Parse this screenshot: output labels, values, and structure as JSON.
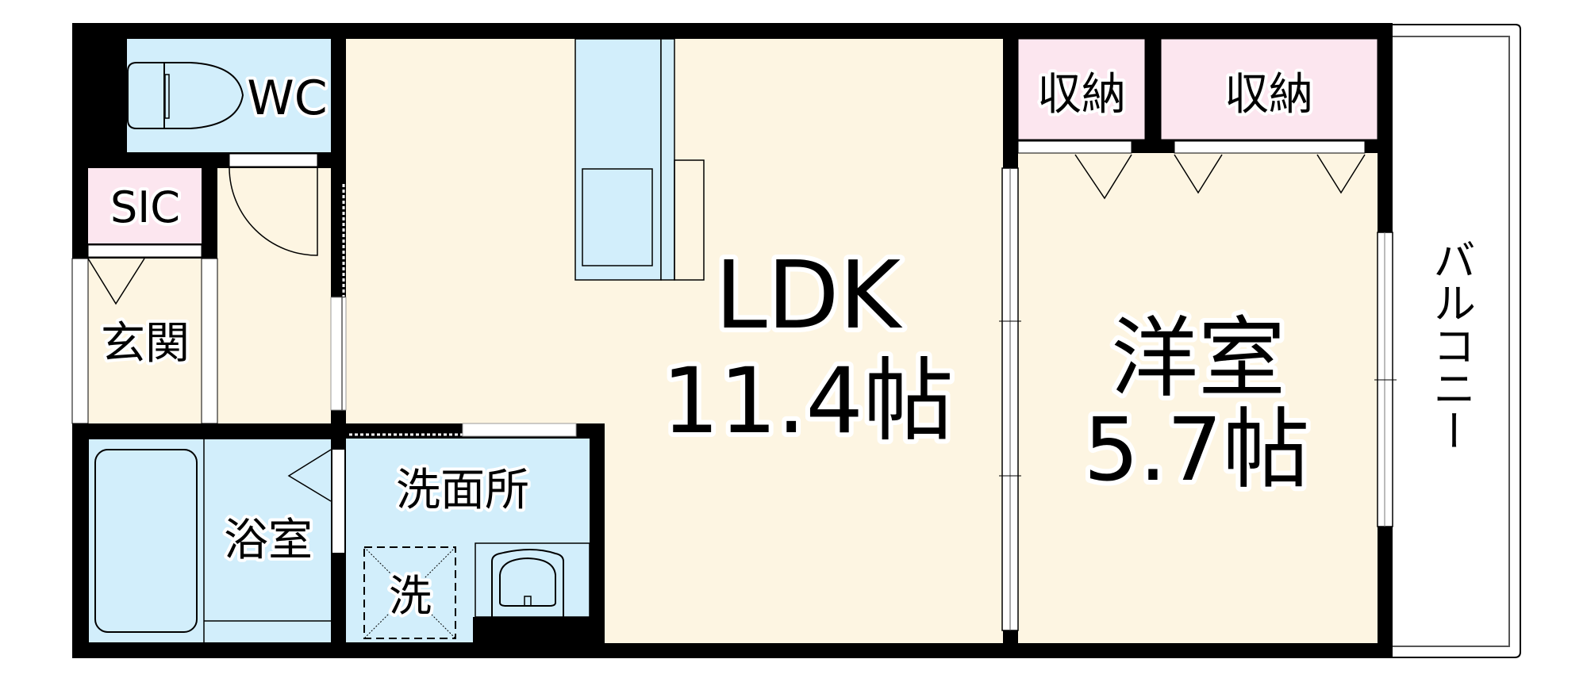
{
  "floor_plan": {
    "colors": {
      "wall": "#000000",
      "living": "#FDF5E2",
      "wet": "#D2EEFB",
      "storage": "#FCE6EF",
      "balcony": "#FFFFFF"
    },
    "rooms": {
      "wc": {
        "label": "WC"
      },
      "sic": {
        "label": "SIC"
      },
      "entrance": {
        "label": "玄関"
      },
      "bathroom": {
        "label": "浴室"
      },
      "washroom": {
        "label": "洗面所"
      },
      "washer": {
        "label": "洗"
      },
      "ldk": {
        "label": "LDK",
        "size": "11.4帖"
      },
      "western_room": {
        "label": "洋室",
        "size": "5.7帖"
      },
      "storage_1": {
        "label": "収納"
      },
      "storage_2": {
        "label": "収納"
      },
      "balcony": {
        "label": "バルコニー"
      }
    }
  }
}
